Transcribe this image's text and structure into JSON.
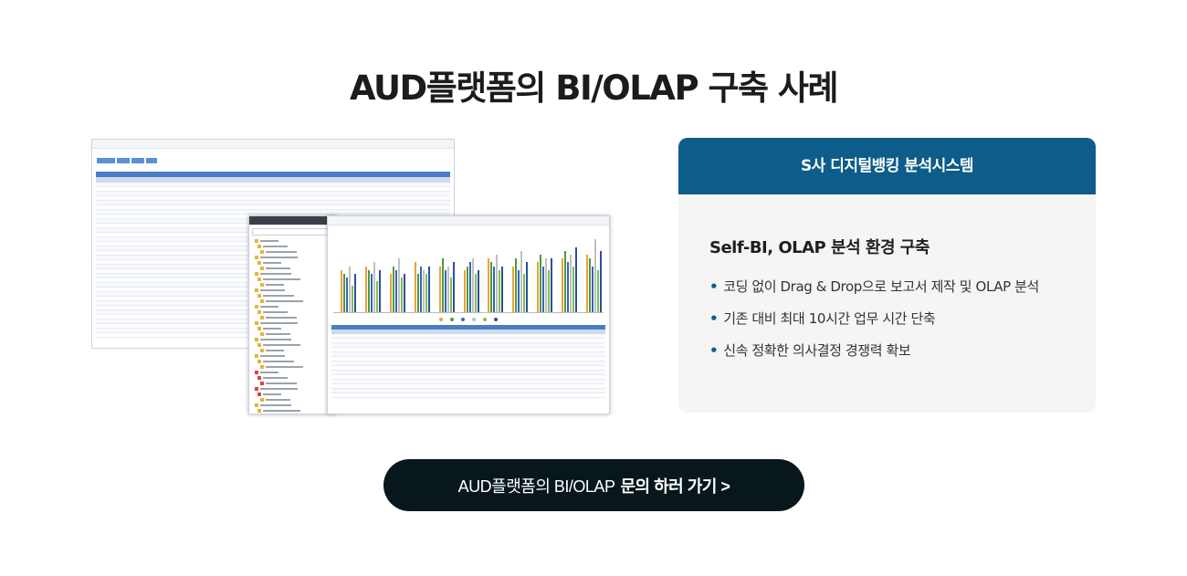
{
  "title": "AUD플랫폼의 BI/OLAP 구축 사례",
  "card": {
    "header": "S사 디지털뱅킹 분석시스템",
    "subtitle": "Self-BI, OLAP 분석 환경 구축",
    "bullets": [
      "코딩 없이 Drag & Drop으로 보고서 제작 및 OLAP 분석",
      "기존 대비 최대 10시간 업무 시간 단축",
      "신속 정확한 의사결정 경쟁력 확보"
    ],
    "bullet_symbol": "•",
    "accent_color": "#0e5c8a"
  },
  "cta": {
    "label_prefix": "AUD플랫폼의 BI/OLAP",
    "label_strong": "문의 하러 가기 >"
  },
  "screenshot_chart": {
    "groups": 11,
    "series_colors": [
      "#e9a23b",
      "#4f9a3c",
      "#3a64b8",
      "#c0c0c0",
      "#7fbf4d",
      "#2c4f9e"
    ],
    "heights": [
      [
        0.55,
        0.5,
        0.45,
        0.6,
        0.35,
        0.5
      ],
      [
        0.6,
        0.55,
        0.5,
        0.65,
        0.4,
        0.55
      ],
      [
        0.5,
        0.6,
        0.55,
        0.7,
        0.45,
        0.5
      ],
      [
        0.65,
        0.5,
        0.6,
        0.55,
        0.5,
        0.6
      ],
      [
        0.6,
        0.7,
        0.55,
        0.6,
        0.45,
        0.65
      ],
      [
        0.55,
        0.6,
        0.65,
        0.7,
        0.5,
        0.55
      ],
      [
        0.7,
        0.65,
        0.6,
        0.75,
        0.55,
        0.6
      ],
      [
        0.6,
        0.7,
        0.55,
        0.8,
        0.5,
        0.65
      ],
      [
        0.65,
        0.75,
        0.6,
        0.7,
        0.55,
        0.7
      ],
      [
        0.7,
        0.8,
        0.65,
        0.75,
        0.6,
        0.85
      ],
      [
        0.75,
        0.7,
        0.6,
        0.95,
        0.55,
        0.8
      ]
    ]
  }
}
